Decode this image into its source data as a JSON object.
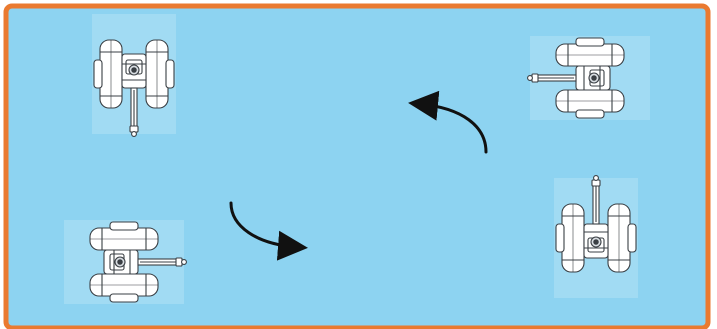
{
  "colors": {
    "background": "#8dd3f1",
    "border": "#ea7a30",
    "drawing_line": "#3a3f44",
    "drawing_fill": "#ffffff",
    "arrow": "#111111"
  },
  "vehicles": [
    {
      "id": "top-left",
      "orientation": "arm-down",
      "icon": "robot-vehicle-topview-icon"
    },
    {
      "id": "top-right",
      "orientation": "arm-left",
      "icon": "robot-vehicle-topview-icon"
    },
    {
      "id": "bottom-right",
      "orientation": "arm-up",
      "icon": "robot-vehicle-topview-icon"
    },
    {
      "id": "bottom-left",
      "orientation": "arm-right",
      "icon": "robot-vehicle-topview-icon"
    }
  ],
  "arrows": [
    {
      "id": "upper",
      "direction": "counter-clockwise",
      "icon": "curved-arrow-icon"
    },
    {
      "id": "lower",
      "direction": "clockwise",
      "icon": "curved-arrow-icon"
    }
  ]
}
